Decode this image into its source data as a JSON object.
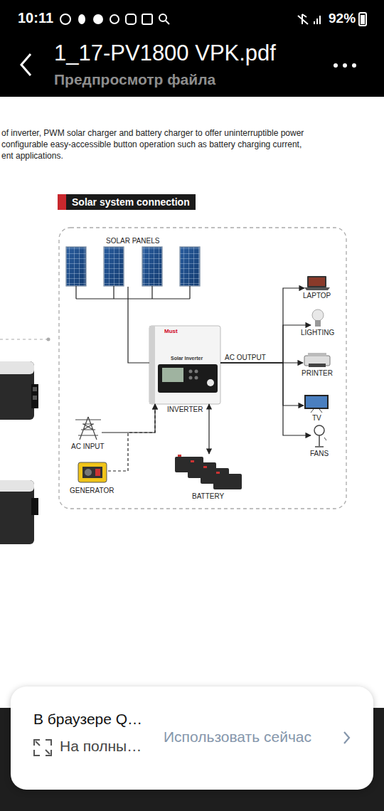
{
  "diagram": {
    "title": "Solar system connection",
    "nodes": [
      {
        "text": [
          "SOLAR PANELS"
        ]
      },
      {
        "text": [
          "INVERTER"
        ]
      },
      {
        "text": [
          "AC INPUT"
        ]
      },
      {
        "text": [
          "GENERATOR"
        ]
      },
      {
        "text": [
          "BATTERY"
        ]
      },
      {
        "text": [
          "LAPTOP"
        ]
      },
      {
        "text": [
          "LIGHTING"
        ]
      },
      {
        "text": [
          "PRINTER"
        ]
      },
      {
        "text": [
          "TV"
        ]
      },
      {
        "text": [
          "FANS"
        ]
      }
    ],
    "edges": [
      {
        "from": 0,
        "to": 1,
        "arrow": "none"
      },
      {
        "from": 1,
        "to": 5,
        "arrow": "to"
      },
      {
        "from": 1,
        "to": 6,
        "arrow": "to"
      },
      {
        "from": 1,
        "to": 7,
        "arrow": "to",
        "label": "AC OUTPUT"
      },
      {
        "from": 1,
        "to": 8,
        "arrow": "to"
      },
      {
        "from": 1,
        "to": 9,
        "arrow": "to"
      },
      {
        "from": 2,
        "to": 1,
        "arrow": "to"
      },
      {
        "from": 3,
        "to": 1,
        "arrow": "to"
      },
      {
        "from": 1,
        "to": 4,
        "arrow": "both"
      }
    ],
    "labels": [
      "10:11",
      "92%",
      "1_17-PV1800 VPK.pdf",
      "Предпросмотр файла",
      "of inverter, PWM solar charger and battery charger to offer uninterruptible power",
      "configurable easy-accessible button operation such as battery charging current,",
      "ent applications.",
      "Must",
      "Solar Inverter",
      "В браузере Q…",
      "На полны…",
      "Использовать сейчас"
    ]
  }
}
